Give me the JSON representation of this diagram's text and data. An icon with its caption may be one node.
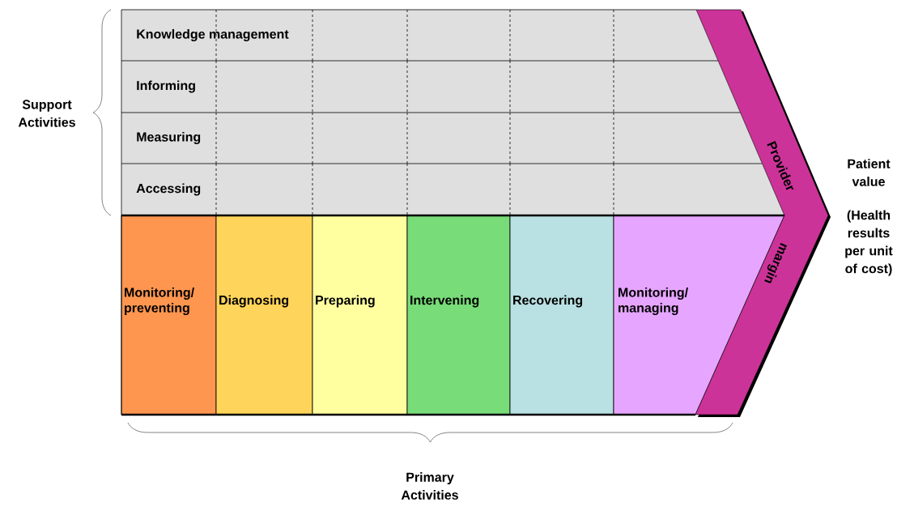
{
  "diagram": {
    "nodes": [
      {
        "text": [
          "Knowledge management"
        ]
      },
      {
        "text": [
          "Informing"
        ]
      },
      {
        "text": [
          "Measuring"
        ]
      },
      {
        "text": [
          "Accessing"
        ]
      },
      {
        "text": [
          "Monitoring/ preventing"
        ]
      },
      {
        "text": [
          "Diagnosing"
        ]
      },
      {
        "text": [
          "Preparing"
        ]
      },
      {
        "text": [
          "Intervening"
        ]
      },
      {
        "text": [
          "Recovering"
        ]
      },
      {
        "text": [
          "Monitoring/ managing"
        ]
      },
      {
        "text": [
          "Provider",
          "margin"
        ]
      }
    ],
    "labels": [
      "Support Activities",
      "Patient value",
      "(Health results per unit of cost)",
      "Primary Activities"
    ]
  }
}
